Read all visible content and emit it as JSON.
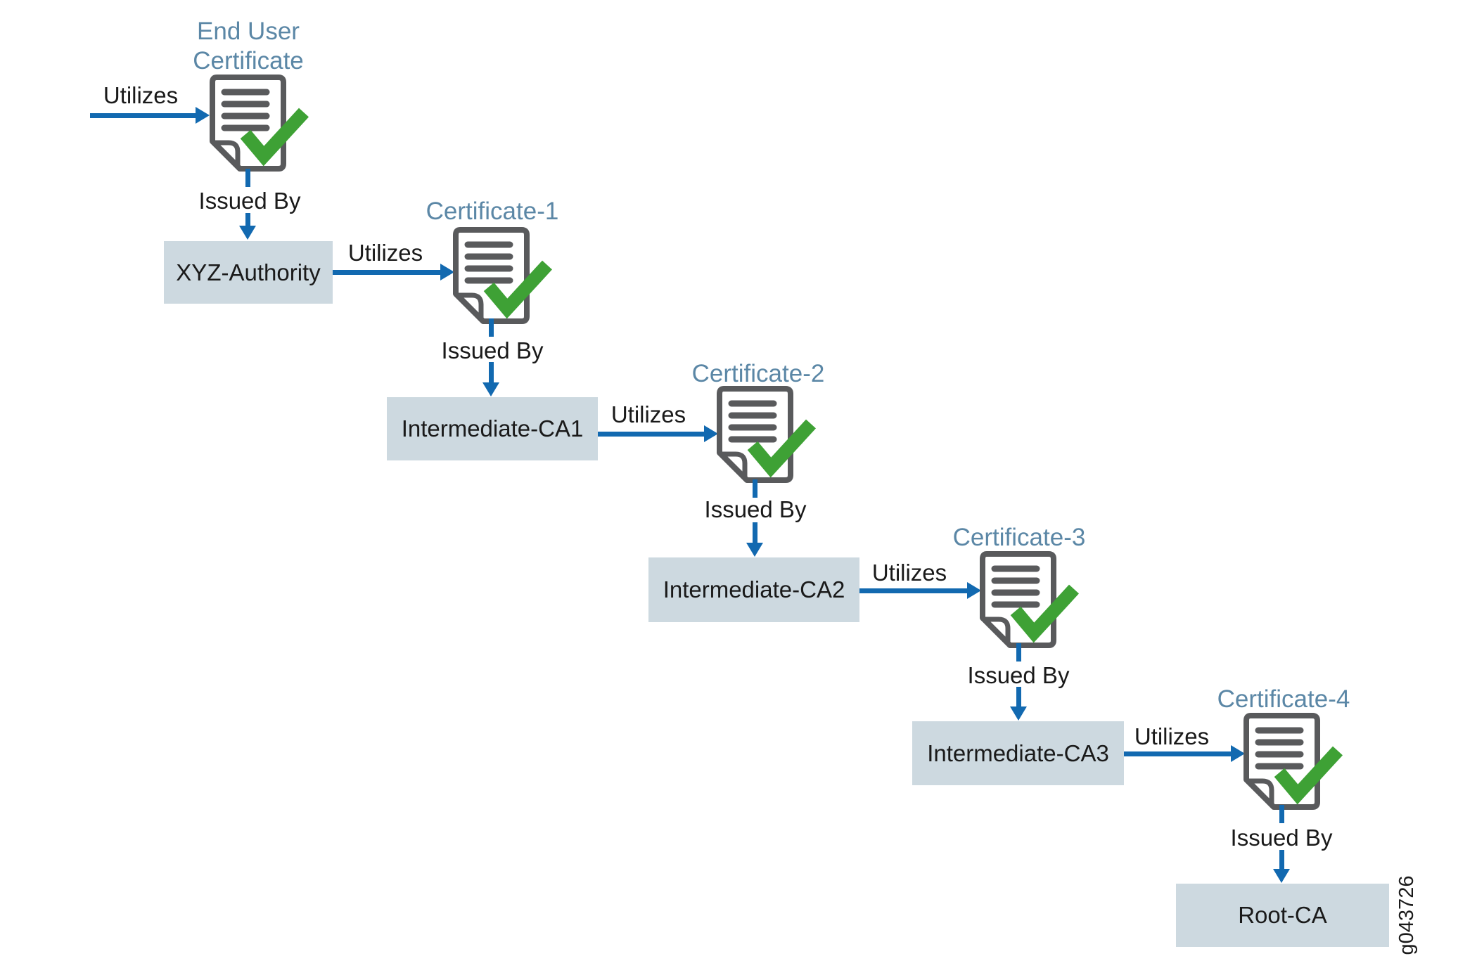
{
  "figure_id": "g043726",
  "labels": {
    "utilizes": "Utilizes",
    "issued_by": "Issued By"
  },
  "chain": [
    {
      "certificate": "End User Certificate",
      "issuer": "XYZ-Authority"
    },
    {
      "certificate": "Certificate-1",
      "issuer": "Intermediate-CA1"
    },
    {
      "certificate": "Certificate-2",
      "issuer": "Intermediate-CA2"
    },
    {
      "certificate": "Certificate-3",
      "issuer": "Intermediate-CA3"
    },
    {
      "certificate": "Certificate-4",
      "issuer": "Root-CA"
    }
  ],
  "colors": {
    "arrow_blue": "#1269b0",
    "label_blue": "#5b87a6",
    "box_fill": "#cdd9e0",
    "doc_gray": "#595a5c",
    "check_green": "#3ea135",
    "text_black": "#1a1a1a"
  }
}
